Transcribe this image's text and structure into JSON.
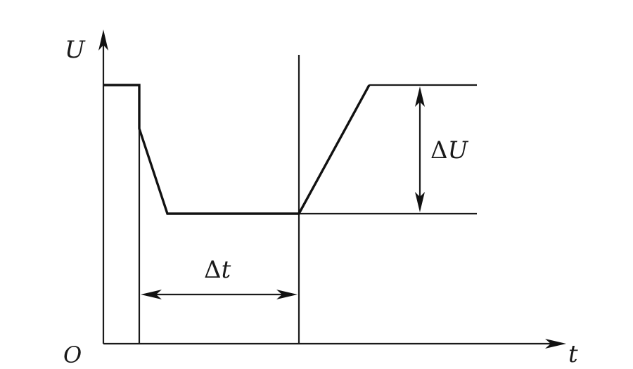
{
  "labels": {
    "y_axis": "U",
    "x_axis": "t",
    "origin": "O",
    "delta_symbol": "Δ",
    "delta_u_var": "U",
    "delta_t_var": "t"
  }
}
